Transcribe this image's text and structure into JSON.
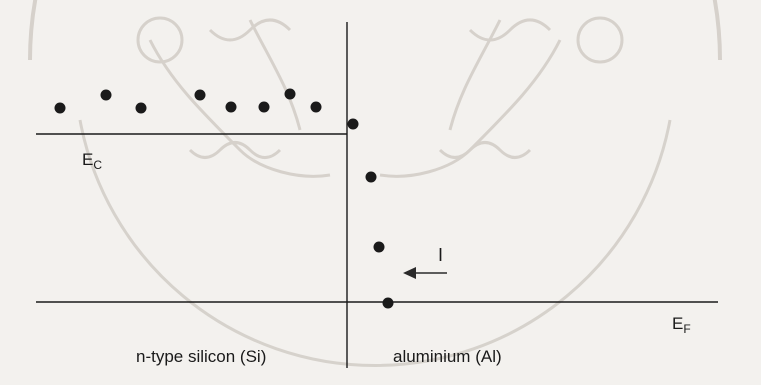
{
  "labels": {
    "conduction_band_main": "E",
    "conduction_band_sub": "C",
    "fermi_level_main": "E",
    "fermi_level_sub": "F",
    "current": "I",
    "left_material": "n-type silicon (Si)",
    "right_material": "aluminium (Al)"
  },
  "colors": {
    "background": "#f3f1ee",
    "ink": "#1a1a1a",
    "watermark": "#cfcac4",
    "current_arrow": "#2a2a2a"
  },
  "watermark": {
    "present": true,
    "description_icon": "university-seal-icon"
  }
}
